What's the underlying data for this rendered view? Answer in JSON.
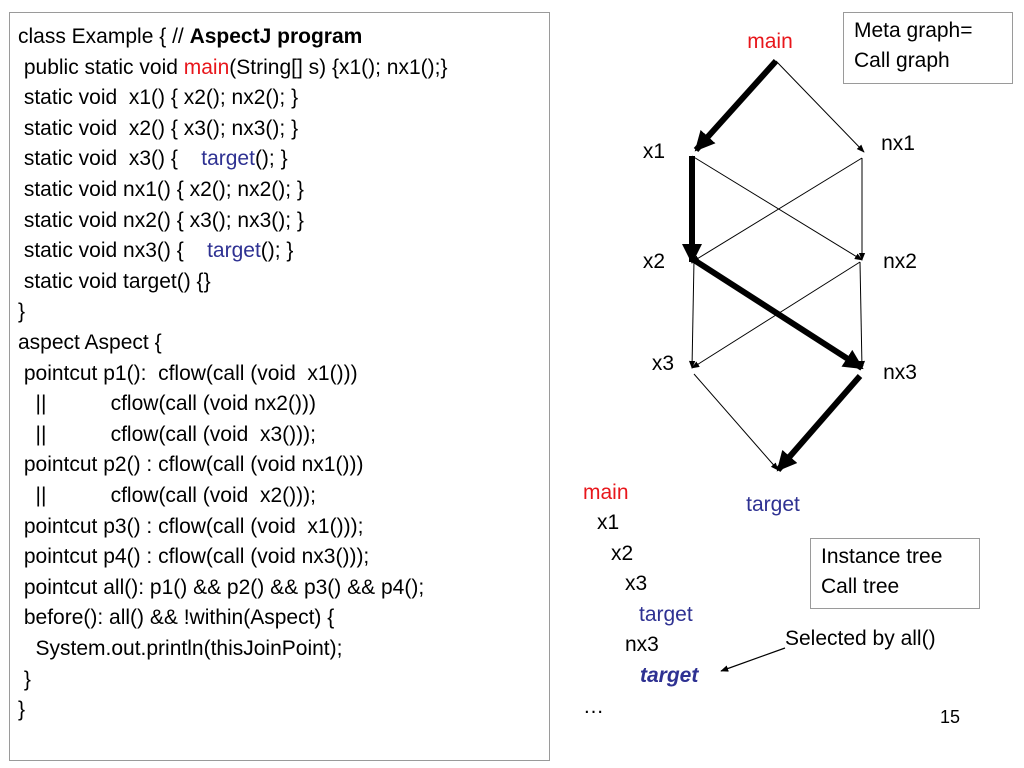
{
  "code": {
    "lines": [
      [
        {
          "t": "class Example { // ",
          "s": "plain"
        },
        {
          "t": "AspectJ program",
          "s": "bold"
        }
      ],
      [
        {
          "t": " public static void ",
          "s": "plain"
        },
        {
          "t": "main",
          "s": "red"
        },
        {
          "t": "(String[] s) {x1(); nx1();}",
          "s": "plain"
        }
      ],
      [
        {
          "t": " static void  x1() { x2(); nx2(); }",
          "s": "plain"
        }
      ],
      [
        {
          "t": " static void  x2() { x3(); nx3(); }",
          "s": "plain"
        }
      ],
      [
        {
          "t": " static void  x3() {    ",
          "s": "plain"
        },
        {
          "t": "target",
          "s": "blue"
        },
        {
          "t": "(); }",
          "s": "plain"
        }
      ],
      [
        {
          "t": " static void nx1() { x2(); nx2(); }",
          "s": "plain"
        }
      ],
      [
        {
          "t": " static void nx2() { x3(); nx3(); }",
          "s": "plain"
        }
      ],
      [
        {
          "t": " static void nx3() {    ",
          "s": "plain"
        },
        {
          "t": "target",
          "s": "blue"
        },
        {
          "t": "(); }",
          "s": "plain"
        }
      ],
      [
        {
          "t": " static void target() {}",
          "s": "plain"
        }
      ],
      [
        {
          "t": "}",
          "s": "plain"
        }
      ],
      [
        {
          "t": "aspect Aspect {",
          "s": "plain"
        }
      ],
      [
        {
          "t": " pointcut p1():  cflow(call (void  x1()))",
          "s": "plain"
        }
      ],
      [
        {
          "t": "   ||           cflow(call (void nx2()))",
          "s": "plain"
        }
      ],
      [
        {
          "t": "   ||           cflow(call (void  x3()));",
          "s": "plain"
        }
      ],
      [
        {
          "t": " pointcut p2() : cflow(call (void nx1()))",
          "s": "plain"
        }
      ],
      [
        {
          "t": "   ||           cflow(call (void  x2()));",
          "s": "plain"
        }
      ],
      [
        {
          "t": " pointcut p3() : cflow(call (void  x1()));",
          "s": "plain"
        }
      ],
      [
        {
          "t": " pointcut p4() : cflow(call (void nx3()));",
          "s": "plain"
        }
      ],
      [
        {
          "t": " pointcut all(): p1() && p2() && p3() && p4();",
          "s": "plain"
        }
      ],
      [
        {
          "t": " before(): all() && !within(Aspect) {",
          "s": "plain"
        }
      ],
      [
        {
          "t": "   System.out.println(thisJoinPoint);",
          "s": "plain"
        }
      ],
      [
        {
          "t": " }",
          "s": "plain"
        }
      ],
      [
        {
          "t": "}",
          "s": "plain"
        }
      ]
    ]
  },
  "meta_box": {
    "line1": "Meta graph=",
    "line2": "Call graph"
  },
  "instance_box": {
    "line1": "Instance tree",
    "line2": "Call tree"
  },
  "graph": {
    "nodes": [
      {
        "id": "main",
        "label": "main",
        "color": "#e8161b"
      },
      {
        "id": "x1",
        "label": "x1",
        "color": "#000000"
      },
      {
        "id": "nx1",
        "label": "nx1",
        "color": "#000000"
      },
      {
        "id": "x2",
        "label": "x2",
        "color": "#000000"
      },
      {
        "id": "nx2",
        "label": "nx2",
        "color": "#000000"
      },
      {
        "id": "x3",
        "label": "x3",
        "color": "#000000"
      },
      {
        "id": "nx3",
        "label": "nx3",
        "color": "#000000"
      },
      {
        "id": "target",
        "label": "target",
        "color": "#2e3192"
      }
    ],
    "edges": [
      {
        "from": "main",
        "to": "x1",
        "highlight": true
      },
      {
        "from": "main",
        "to": "nx1",
        "highlight": false
      },
      {
        "from": "x1",
        "to": "x2",
        "highlight": true
      },
      {
        "from": "x1",
        "to": "nx2",
        "highlight": false
      },
      {
        "from": "nx1",
        "to": "x2",
        "highlight": false
      },
      {
        "from": "nx1",
        "to": "nx2",
        "highlight": false
      },
      {
        "from": "x2",
        "to": "x3",
        "highlight": false
      },
      {
        "from": "x2",
        "to": "nx3",
        "highlight": true
      },
      {
        "from": "nx2",
        "to": "x3",
        "highlight": false
      },
      {
        "from": "nx2",
        "to": "nx3",
        "highlight": false
      },
      {
        "from": "x3",
        "to": "target",
        "highlight": false
      },
      {
        "from": "nx3",
        "to": "target",
        "highlight": true
      }
    ]
  },
  "tree": {
    "items": [
      {
        "label": "main",
        "style": "red"
      },
      {
        "label": "x1",
        "style": "plain"
      },
      {
        "label": "x2",
        "style": "plain"
      },
      {
        "label": "x3",
        "style": "plain"
      },
      {
        "label": "target",
        "style": "blue"
      },
      {
        "label": "nx3",
        "style": "plain"
      },
      {
        "label": "target",
        "style": "bold-italic"
      },
      {
        "label": "…",
        "style": "plain"
      }
    ]
  },
  "selected_label": "Selected by all()",
  "page_number": "15"
}
